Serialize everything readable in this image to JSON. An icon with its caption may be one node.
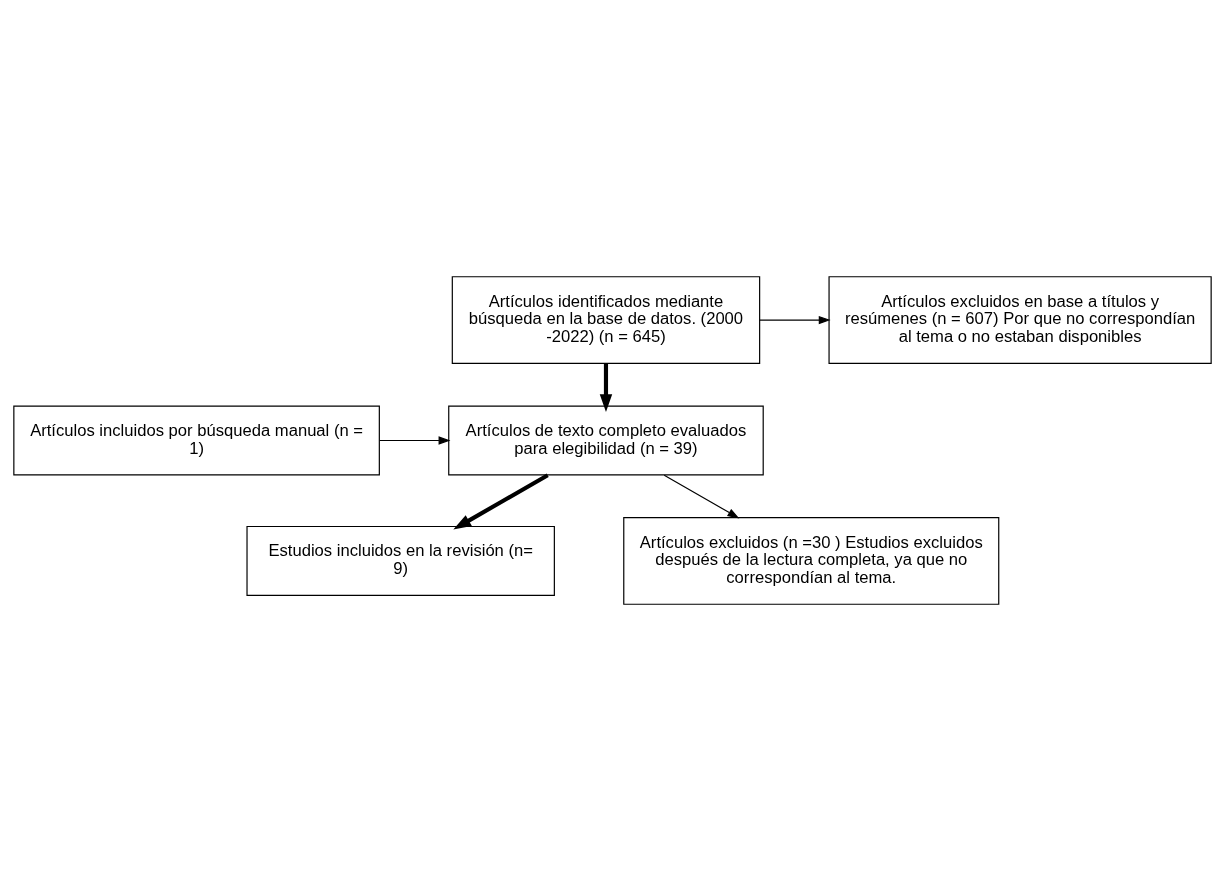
{
  "diagram": {
    "nodes": [
      {
        "text": [
          "Artículos identificados mediante búsqueda en la base de datos. (2000 -2022) (n = 645)"
        ]
      },
      {
        "text": [
          "Artículos excluidos en base a títulos y resúmenes (n = 607) Por que no correspondían al tema o no estaban disponibles"
        ]
      },
      {
        "text": [
          "Artículos incluidos por búsqueda manual (n = 1)"
        ]
      },
      {
        "text": [
          "Artículos de texto completo evaluados para elegibilidad (n = 39)"
        ]
      },
      {
        "text": [
          "Artículos excluidos (n =30 ) Estudios excluidos después de la lectura completa, ya que no correspondían al tema."
        ]
      },
      {
        "text": [
          "Estudios incluidos en la revisión (n= 9)"
        ]
      }
    ],
    "edges": [
      {
        "from": 0,
        "to": 3,
        "arrow": "to",
        "style": "thick"
      },
      {
        "from": 0,
        "to": 1,
        "arrow": "to"
      },
      {
        "from": 2,
        "to": 3,
        "arrow": "to"
      },
      {
        "from": 3,
        "to": 5,
        "arrow": "to",
        "style": "thick"
      },
      {
        "from": 3,
        "to": 4,
        "arrow": "to"
      }
    ]
  }
}
